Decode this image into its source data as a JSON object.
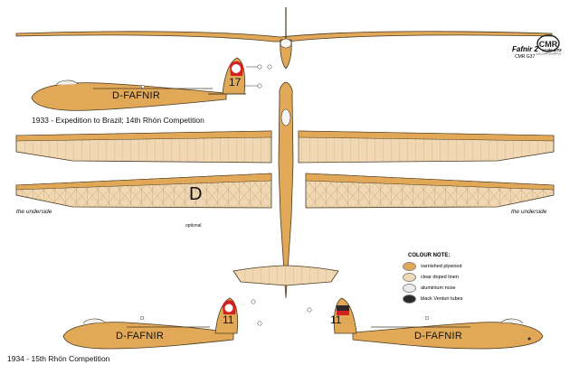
{
  "title": {
    "name": "Fafnir 2",
    "scale": "scale 1/72",
    "kit_code": "CMR G37"
  },
  "logo": {
    "letters": "CMR",
    "tagline": "COLLOVATICA ARTICA"
  },
  "captions": {
    "brazil": "1933 - Expedition to Brazil; 14th Rhön Competition",
    "rhon15": "1934 - 15th Rhön Competition"
  },
  "underside_left": "the underside",
  "underside_right": "the underside",
  "optional": "optional",
  "registration": {
    "top_left": "D-FAFNIR",
    "bottom_left": "D-FAFNIR",
    "bottom_right": "D-FAFNIR",
    "underwing_letter": "D"
  },
  "contest_numbers": {
    "brazil": "17",
    "rhon_left": "11",
    "rhon_right": "11"
  },
  "legend": {
    "heading": "COLOUR NOTE:",
    "items": [
      {
        "label": "varnished plywood",
        "color": "#e0a857"
      },
      {
        "label": "clear doped linen",
        "color": "#f0d9b6"
      },
      {
        "label": "aluminium nose",
        "color": "#ededed"
      },
      {
        "label": "black Venturi tubes",
        "color": "#2a2a2a"
      }
    ]
  },
  "colors": {
    "plywood": "#e0a857",
    "linen": "#f0d9b6",
    "outline": "#4a3a22",
    "red": "#d42020"
  }
}
